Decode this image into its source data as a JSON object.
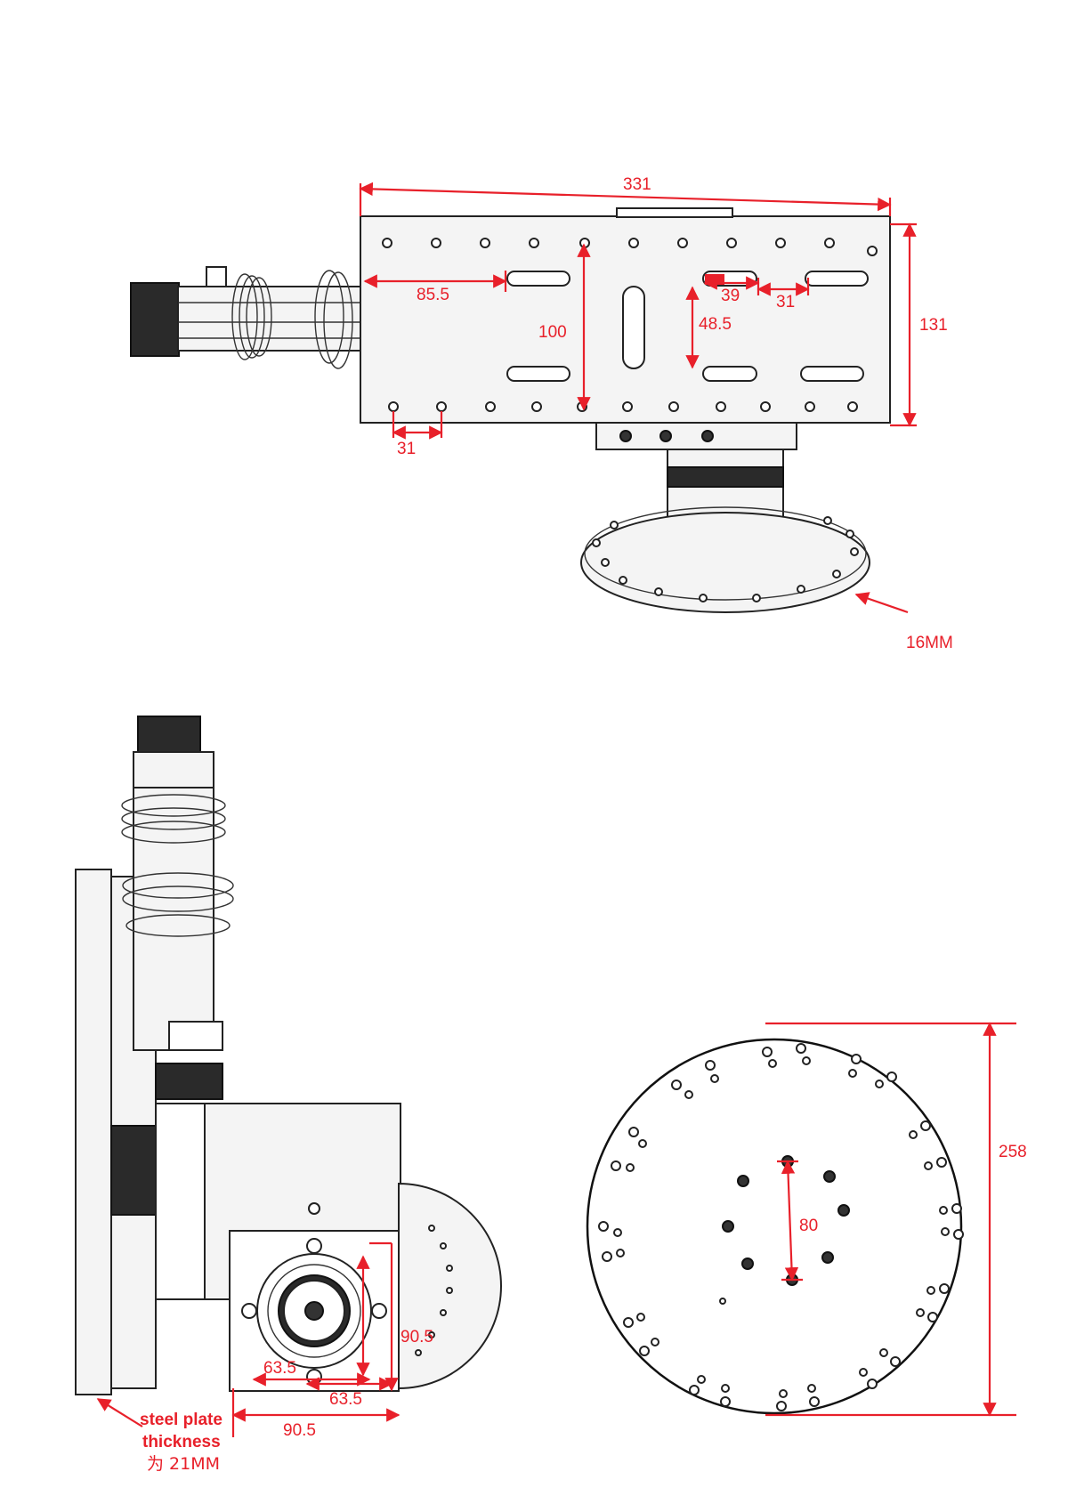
{
  "colors": {
    "dimension": "#e8202a",
    "outline": "#222222",
    "background": "#ffffff"
  },
  "top_view": {
    "dims": {
      "overall_length": "331",
      "height": "131",
      "slot_offset": "85.5",
      "vertical_span": "100",
      "hole_pitch_bottom": "31",
      "slot_width": "39",
      "slot_gap": "31",
      "slot_vertical": "48.5"
    },
    "base_plate_thickness": "16MM"
  },
  "side_view": {
    "dims": {
      "flange_height": "90.5",
      "inner_width": "63.5",
      "bolt_spacing": "63.5",
      "flange_width": "90.5"
    },
    "note": {
      "line1": "steel plate",
      "line2": "thickness",
      "line3": "为 21MM"
    }
  },
  "disc_view": {
    "dims": {
      "diameter": "258",
      "center_spacing": "80"
    }
  }
}
